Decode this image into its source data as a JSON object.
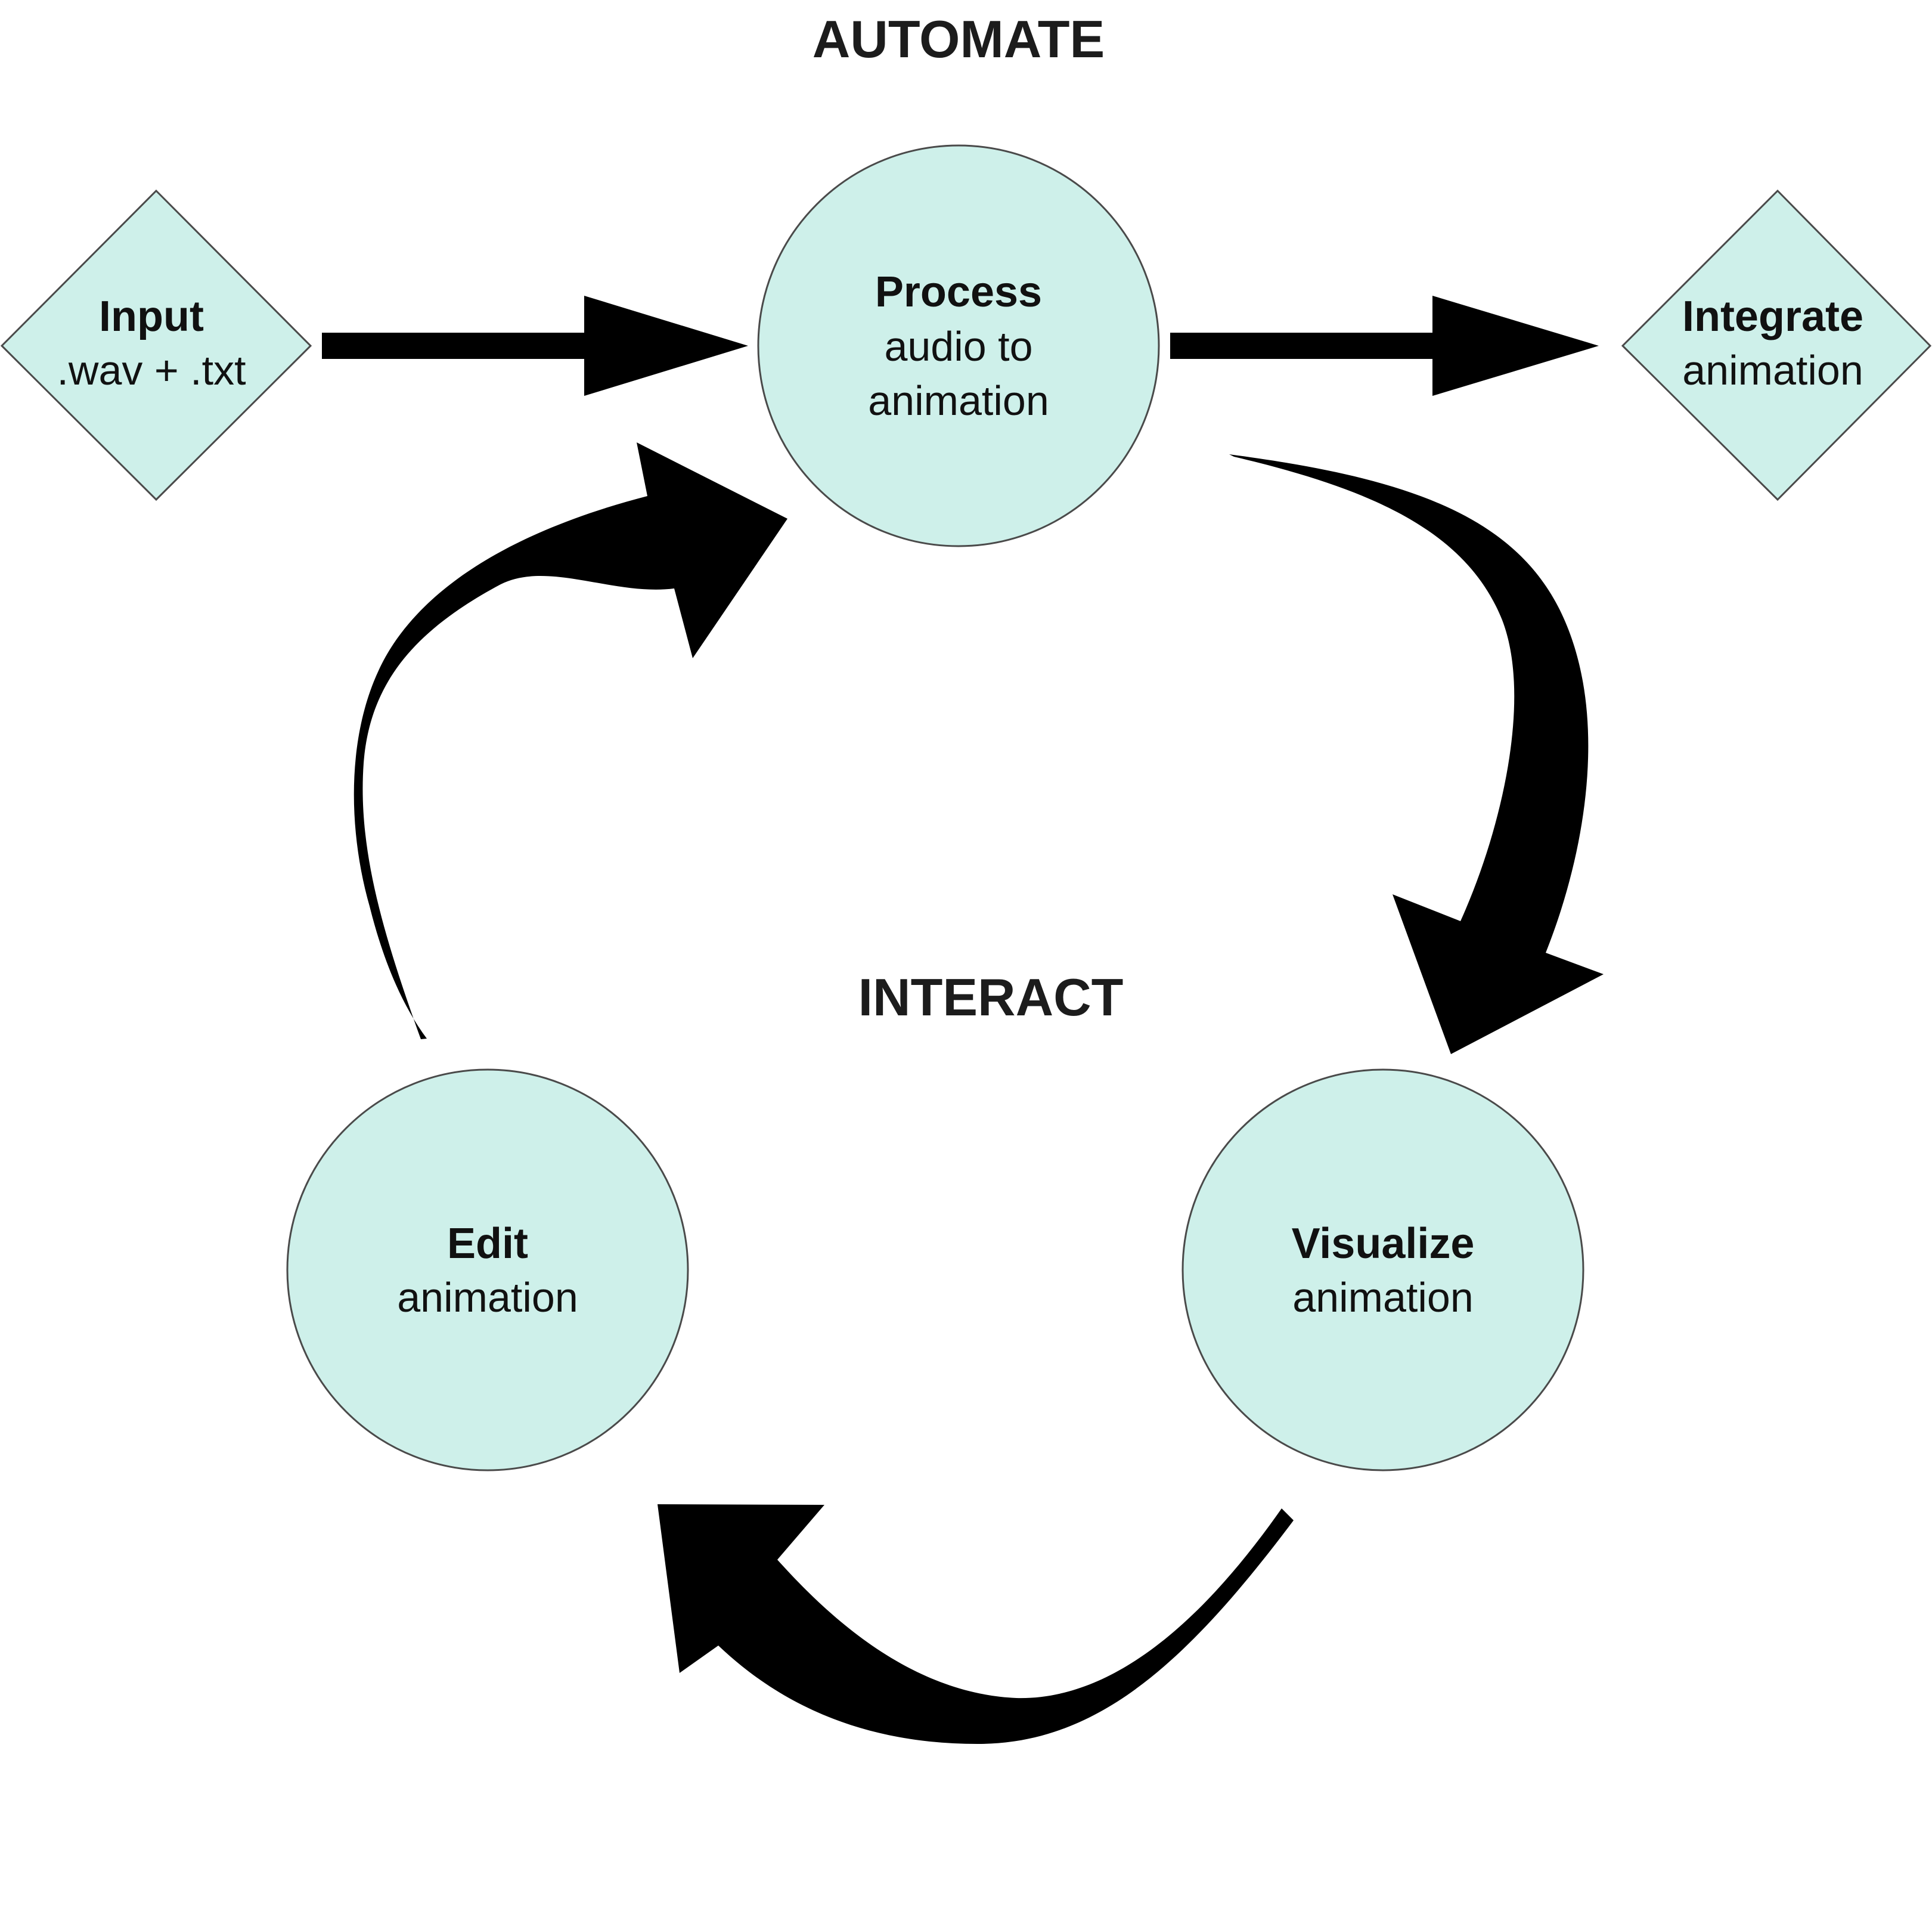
{
  "colors": {
    "node_fill": "#cef0ea",
    "node_stroke": "#4a4a4a",
    "arrow": "#000000",
    "text": "#111111"
  },
  "sections": {
    "automate": "AUTOMATE",
    "interact": "INTERACT"
  },
  "nodes": {
    "input": {
      "shape": "diamond",
      "title": "Input",
      "lines": [
        ".wav + .txt"
      ]
    },
    "process": {
      "shape": "circle",
      "title": "Process",
      "lines": [
        "audio to",
        "animation"
      ]
    },
    "integrate": {
      "shape": "diamond",
      "title": "Integrate",
      "lines": [
        "animation"
      ]
    },
    "visualize": {
      "shape": "circle",
      "title": "Visualize",
      "lines": [
        "animation"
      ]
    },
    "edit": {
      "shape": "circle",
      "title": "Edit",
      "lines": [
        "animation"
      ]
    }
  },
  "edges": [
    {
      "from": "input",
      "to": "process",
      "style": "straight"
    },
    {
      "from": "process",
      "to": "integrate",
      "style": "straight"
    },
    {
      "from": "process",
      "to": "visualize",
      "style": "curved"
    },
    {
      "from": "visualize",
      "to": "edit",
      "style": "curved"
    },
    {
      "from": "edit",
      "to": "process",
      "style": "curved"
    }
  ]
}
